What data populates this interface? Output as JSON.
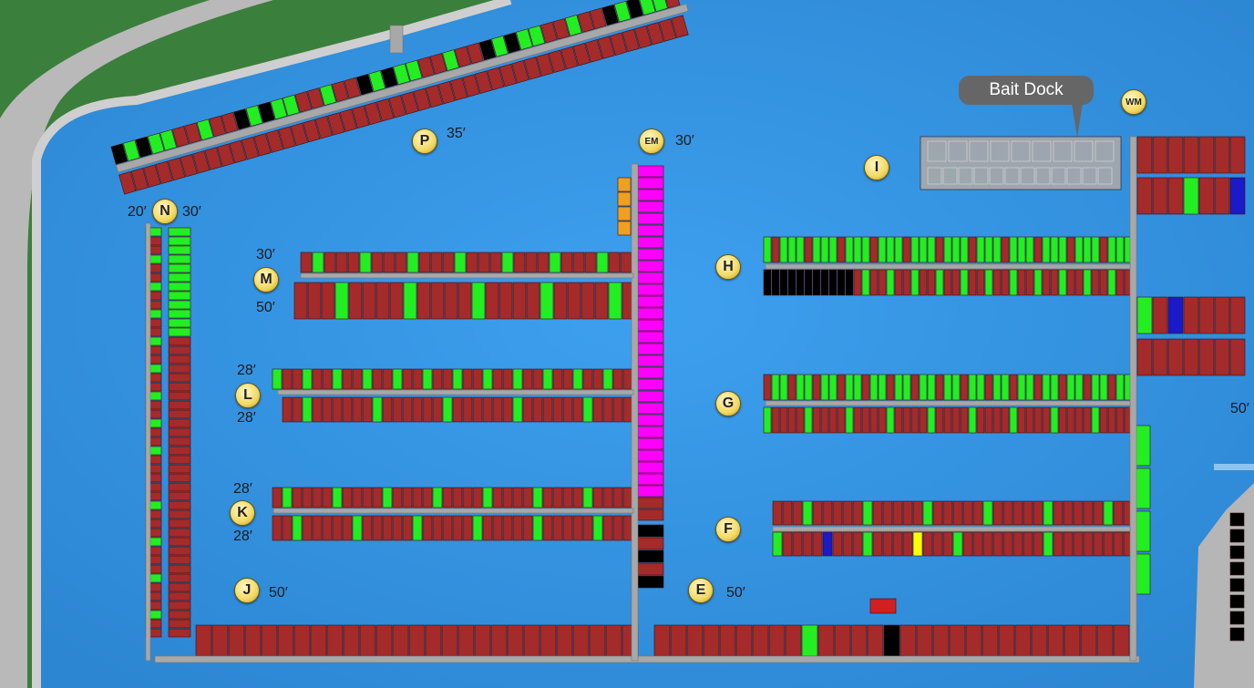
{
  "map": {
    "bait_dock_label": "Bait Dock",
    "docks": [
      {
        "id": "P",
        "size": "35′"
      },
      {
        "id": "EM",
        "size": "30′"
      },
      {
        "id": "N",
        "size_left": "20′",
        "size_right": "30′"
      },
      {
        "id": "M",
        "size_top": "30′",
        "size_bottom": "50′"
      },
      {
        "id": "L",
        "size_top": "28′",
        "size_bottom": "28′"
      },
      {
        "id": "K",
        "size_top": "28′",
        "size_bottom": "28′"
      },
      {
        "id": "J",
        "size": "50′"
      },
      {
        "id": "E",
        "size": "50′"
      },
      {
        "id": "H"
      },
      {
        "id": "G"
      },
      {
        "id": "F"
      },
      {
        "id": "I"
      },
      {
        "id": "WM"
      },
      {
        "id": "right",
        "size": "50′"
      }
    ],
    "colors": {
      "water": "#3d9be6",
      "water_edge": "#2f86d3",
      "land": "#3a7d3a",
      "road": "#b8b8b8",
      "dock": "#a8a8a8",
      "occupied": "#a52a2a",
      "available": "#22ee22",
      "reserved": "#ff00ff",
      "special": "#f0a020",
      "blocked": "#000000",
      "blue": "#1a1ac8",
      "yellow": "#ffff00"
    }
  }
}
